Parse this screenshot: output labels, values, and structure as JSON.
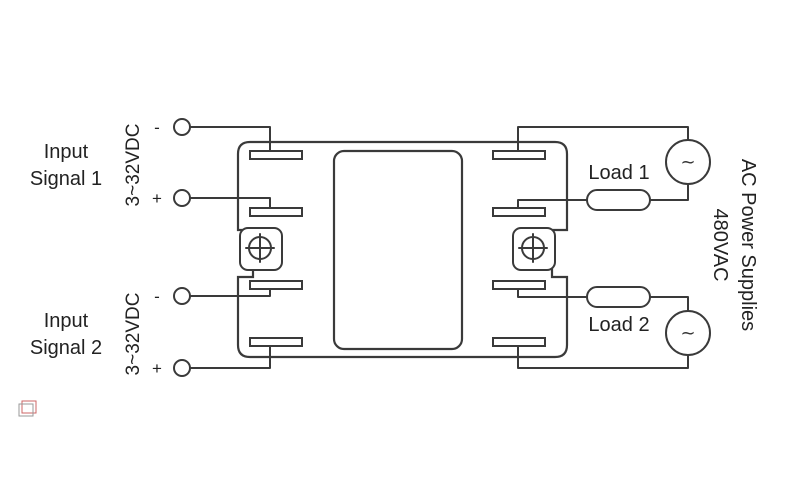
{
  "inputs": {
    "signal1": {
      "line1": "Input",
      "line2": "Signal 1",
      "voltage": "3~32VDC",
      "neg": "-",
      "pos": "+"
    },
    "signal2": {
      "line1": "Input",
      "line2": "Signal 2",
      "voltage": "3~32VDC",
      "neg": "-",
      "pos": "+"
    }
  },
  "loads": {
    "load1": "Load 1",
    "load2": "Load 2"
  },
  "ac": {
    "line1": "AC Power Supplies",
    "line2": "480VAC",
    "symbol": "~"
  },
  "icons": [
    "screw-terminal-icon",
    "ac-source-icon",
    "resistor-load-icon",
    "corner-badge-icon"
  ]
}
